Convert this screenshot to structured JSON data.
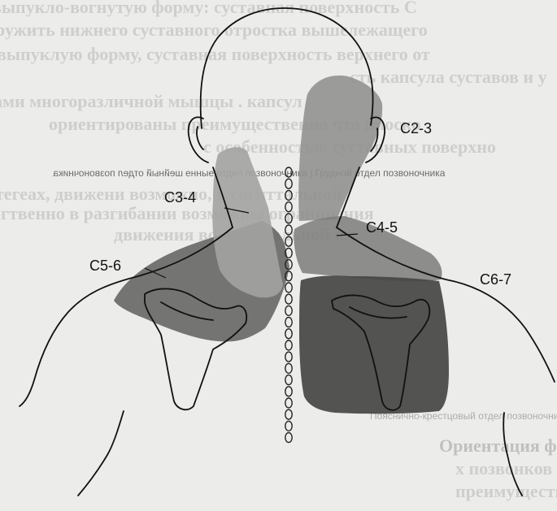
{
  "zone_labels": {
    "c2_3": "C2-3",
    "c3_4": "C3-4",
    "c4_5": "C4-5",
    "c5_6": "C5-6",
    "c6_7": "C6-7"
  },
  "zone_colors": {
    "c2_3": "#8f8f8d",
    "c3_4": "#a3a3a1",
    "c4_5": "#7d7d7b",
    "c5_6": "#5f5f5d",
    "c6_7": "#454543"
  },
  "background_text": {
    "lines": [
      "выпукло-вогнутую форму: суставная поверхность С",
      "ружить нижнего суставного отростка вышележащего",
      "выпуклую форму, суставная поверхность верхнего от",
      "сть капсула суставов и у",
      "ами многоразличной мышцы . капсул",
      "ориентированы преимущественно что плоско",
      "с особенностью суставных поверхно",
      "тегеах, движени возможно, в сагиттальной",
      "огтвенно в разгибании  возможны ограничения",
      "движения во фронтальной пл",
      "Ориентация фасеточных суставов шейном грудном и по",
      "х позвонков",
      "преимущественно фронтальная ориентация плоскости"
    ],
    "caption_mirrored": "шейный отдел позвоночника",
    "caption_upright": "енные отдел позвоночника | Грудной отдел позвоночника",
    "caption_mid": "Пояснично-крестцовый отдел позвоночника"
  }
}
